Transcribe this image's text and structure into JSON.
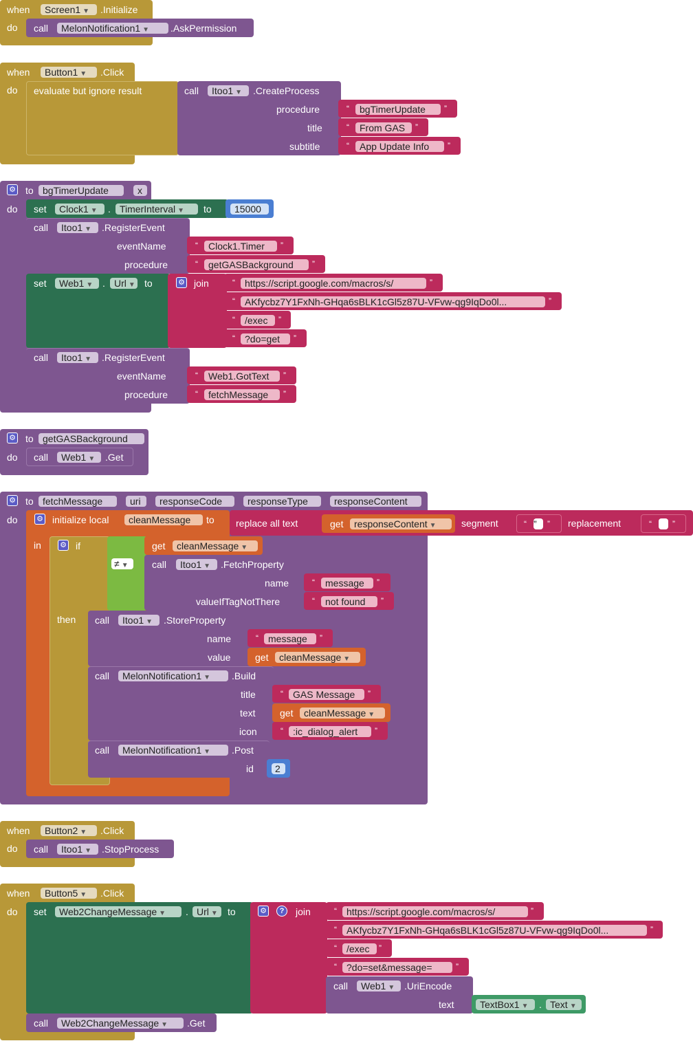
{
  "words": {
    "when": "when",
    "do": "do",
    "call": "call",
    "set": "set",
    "to": "to",
    "in": "in",
    "if": "if",
    "then": "then",
    "get": "get",
    "join": "join",
    "eval_ignore": "evaluate but ignore result",
    "initialize_local": "initialize local",
    "replace_all_text": "replace all text",
    "segment": "segment",
    "replacement": "replacement",
    "procedure": "procedure",
    "title": "title",
    "subtitle": "subtitle",
    "eventName": "eventName",
    "name": "name",
    "valueIfTagNotThere": "valueIfTagNotThere",
    "value": "value",
    "text": "text",
    "icon": "icon",
    "id": "id",
    "dot": ".",
    "open_quote": "“",
    "close_quote": "”",
    "neq": "≠",
    "gear": "⚙",
    "help": "?"
  },
  "b1": {
    "component": "Screen1",
    "event": ".Initialize",
    "call_comp": "MelonNotification1",
    "method": ".AskPermission"
  },
  "b2": {
    "component": "Button1",
    "event": ".Click",
    "call_comp": "Itoo1",
    "method": ".CreateProcess",
    "procedure": "bgTimerUpdate",
    "title": "From GAS",
    "subtitle": "App Update Info"
  },
  "b3": {
    "proc_name": "bgTimerUpdate",
    "param": "x",
    "set1_comp": "Clock1",
    "set1_prop": "TimerInterval",
    "set1_value": "15000",
    "reg1_comp": "Itoo1",
    "reg1_method": ".RegisterEvent",
    "reg1_event": "Clock1.Timer",
    "reg1_proc": "getGASBackground",
    "set2_comp": "Web1",
    "set2_prop": "Url",
    "join": [
      "https://script.google.com/macros/s/",
      "AKfycbz7Y1FxNh-GHqa6sBLK1cGl5z87U-VFvw-qg9IqDo0l...",
      "/exec",
      "?do=get"
    ],
    "reg2_comp": "Itoo1",
    "reg2_method": ".RegisterEvent",
    "reg2_event": "Web1.GotText",
    "reg2_proc": "fetchMessage"
  },
  "b4": {
    "proc_name": "getGASBackground",
    "call_comp": "Web1",
    "method": ".Get"
  },
  "b5": {
    "proc_name": "fetchMessage",
    "params": [
      "uri",
      "responseCode",
      "responseType",
      "responseContent"
    ],
    "local_var": "cleanMessage",
    "get_var": "responseContent",
    "cond_var": "cleanMessage",
    "fetch_comp": "Itoo1",
    "fetch_method": ".FetchProperty",
    "fetch_name": "message",
    "fetch_default": "not found",
    "store_comp": "Itoo1",
    "store_method": ".StoreProperty",
    "store_name": "message",
    "store_var": "cleanMessage",
    "build_comp": "MelonNotification1",
    "build_method": ".Build",
    "build_title": "GAS Message",
    "build_text_var": "cleanMessage",
    "build_icon": ":ic_dialog_alert",
    "post_comp": "MelonNotification1",
    "post_method": ".Post",
    "post_id": "2"
  },
  "b6": {
    "component": "Button2",
    "event": ".Click",
    "call_comp": "Itoo1",
    "method": ".StopProcess"
  },
  "b7": {
    "component": "Button5",
    "event": ".Click",
    "set_comp": "Web2ChangeMessage",
    "set_prop": "Url",
    "join": [
      "https://script.google.com/macros/s/",
      "AKfycbz7Y1FxNh-GHqa6sBLK1cGl5z87U-VFvw-qg9IqDo0l...",
      "/exec",
      "?do=set&message="
    ],
    "enc_comp": "Web1",
    "enc_method": ".UriEncode",
    "tb_comp": "TextBox1",
    "tb_prop": "Text",
    "get_comp": "Web2ChangeMessage",
    "get_method": ".Get"
  },
  "colors": {
    "event": "#b89838",
    "procedure": "#7e5690",
    "component_setter": "#2c7050",
    "text": "#bc2a5c",
    "math": "#4a7ed2",
    "variable": "#d4622c",
    "logic": "#7cba42"
  }
}
